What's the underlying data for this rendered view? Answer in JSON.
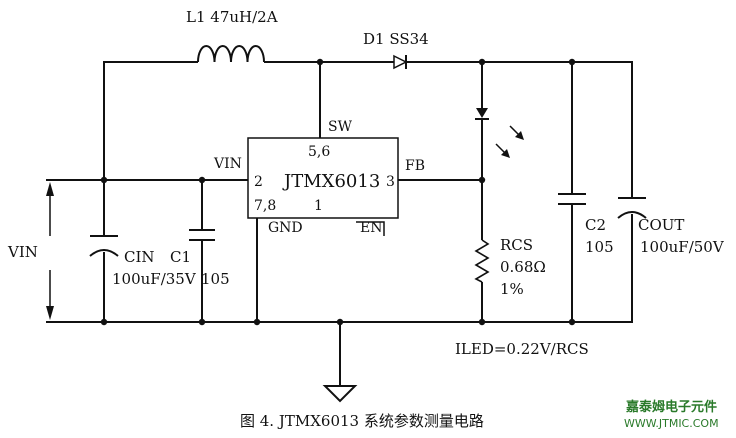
{
  "labels": {
    "l1": "L1 47uH/2A",
    "d1": "D1 SS34",
    "sw": "SW",
    "pin56": "5,6",
    "vin_pin": "VIN",
    "pin2": "2",
    "chip": "JTMX6013",
    "pin3": "3",
    "fb": "FB",
    "pin78": "7,8",
    "pin1": "1",
    "gnd": "GND",
    "en": "EN",
    "vin_left": "VIN",
    "cin": "CIN",
    "cin_val": "100uF/35V",
    "c1": "C1",
    "c1_val": "105",
    "rcs": "RCS",
    "rcs_val": "0.68Ω",
    "rcs_tol": "1%",
    "c2": "C2",
    "c2_val": "105",
    "cout": "COUT",
    "cout_val": "100uF/50V",
    "iled": "ILED=0.22V/RCS"
  },
  "caption": "图 4. JTMX6013  系统参数测量电路",
  "watermark": {
    "line1": "嘉泰姆电子元件",
    "line2": "WWW.JTMIC.COM"
  }
}
